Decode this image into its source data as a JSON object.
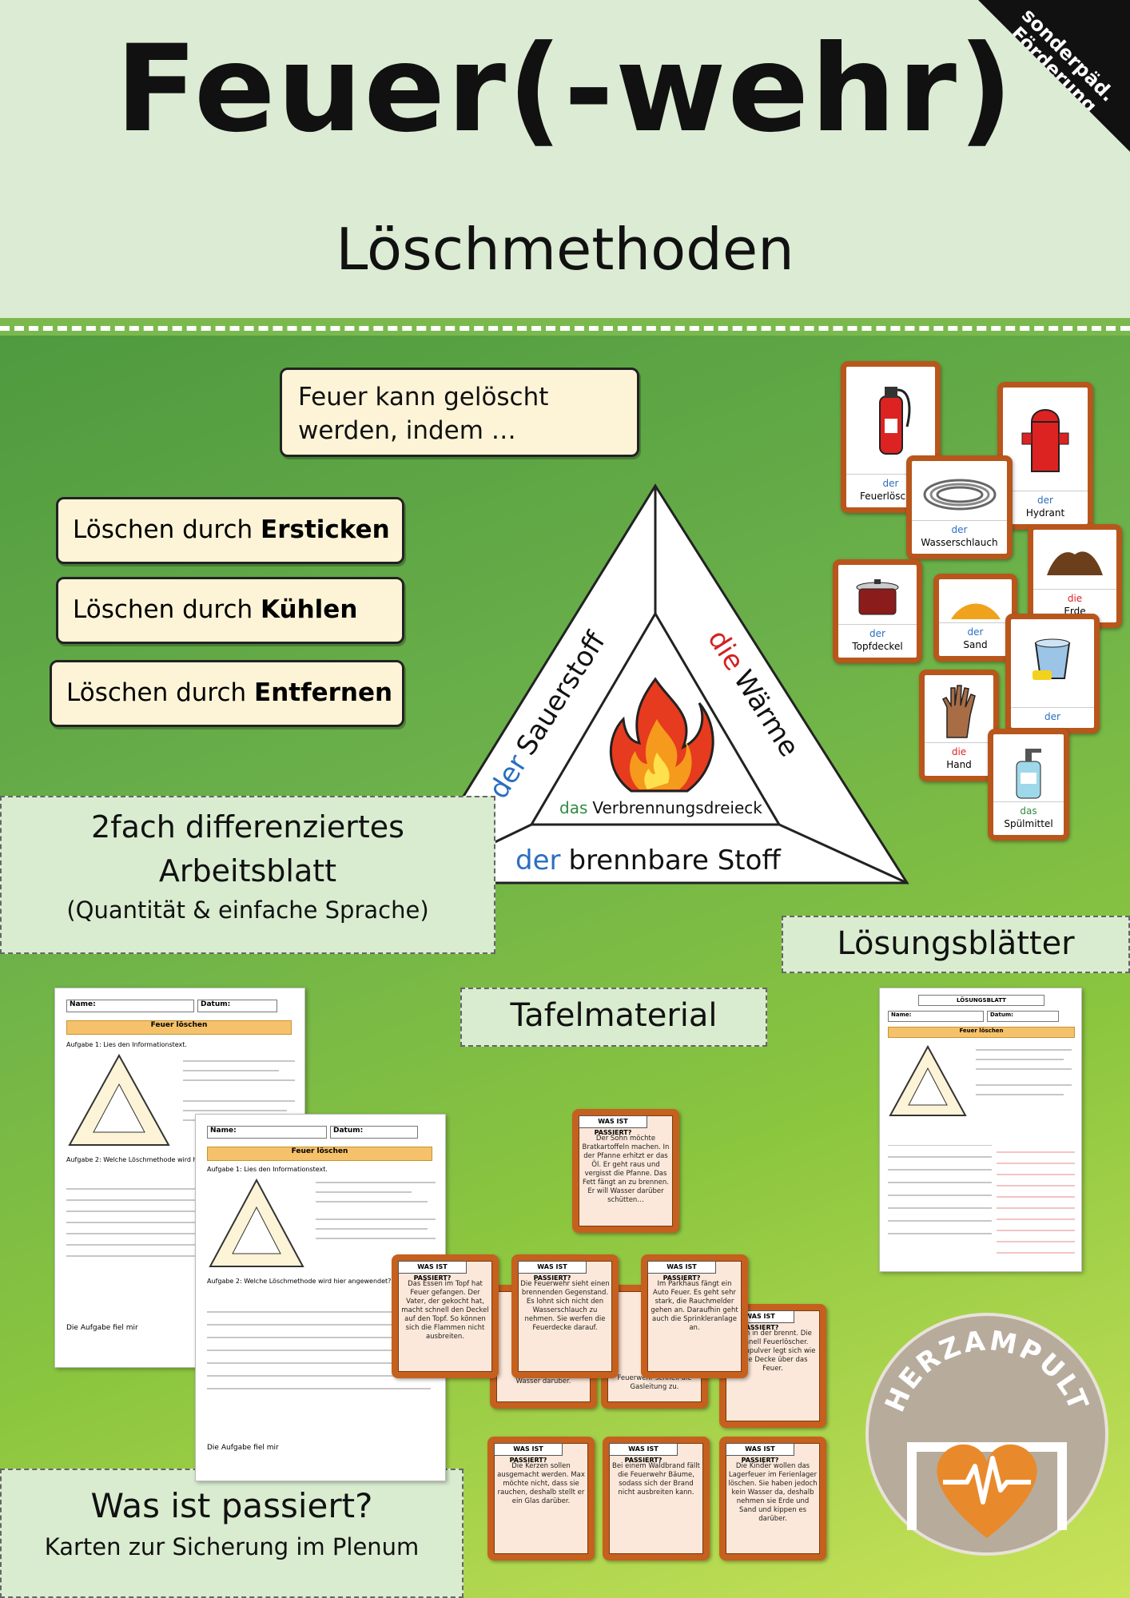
{
  "header": {
    "title": "Feuer(-wehr)",
    "subtitle": "Löschmethoden",
    "corner_tag": "sonderpäd.\nFörderung"
  },
  "intro_card": "Feuer kann gelöscht werden, indem …",
  "methods": [
    {
      "prefix": "Löschen durch ",
      "strong": "Ersticken"
    },
    {
      "prefix": "Löschen durch ",
      "strong": "Kühlen"
    },
    {
      "prefix": "Löschen durch ",
      "strong": "Entfernen"
    }
  ],
  "triangle": {
    "left_article": "der",
    "left_word": "Sauerstoff",
    "right_article": "die",
    "right_word": "Wärme",
    "bottom_article": "der",
    "bottom_word": "brennbare Stoff",
    "center_article": "das",
    "center_word": "Verbrennungsdreieck",
    "colors": {
      "der": "#2a6fbf",
      "die": "#d22222",
      "das": "#2e8b3e"
    }
  },
  "labels": {
    "worksheet_line1": "2fach differenziertes",
    "worksheet_line2": "Arbeitsblatt",
    "worksheet_line3": "(Quantität & einfache Sprache)",
    "solutions": "Lösungsblätter",
    "board_material": "Tafelmaterial",
    "what_happened_title": "Was ist passiert?",
    "what_happened_sub": "Karten zur Sicherung im Plenum"
  },
  "picture_cards": [
    {
      "article": "der",
      "word": "Feuerlöscher",
      "icon": "fire-extinguisher-icon"
    },
    {
      "article": "der",
      "word": "Hydrant",
      "icon": "hydrant-icon"
    },
    {
      "article": "der",
      "word": "Wasserschlauch",
      "icon": "hose-icon"
    },
    {
      "article": "die",
      "word": "Erde",
      "icon": "soil-icon"
    },
    {
      "article": "der",
      "word": "Topfdeckel",
      "icon": "pot-icon"
    },
    {
      "article": "der",
      "word": "Sand",
      "icon": "sand-icon"
    },
    {
      "article": "der",
      "word": "",
      "icon": "bucket-icon"
    },
    {
      "article": "die",
      "word": "Hand",
      "icon": "hand-icon"
    },
    {
      "article": "das",
      "word": "Spülmittel",
      "icon": "soap-icon"
    }
  ],
  "worksheet": {
    "name_label": "Name:",
    "date_label": "Datum:",
    "heading": "Feuer löschen",
    "task1": "Aufgabe 1: Lies den Informationstext.",
    "task2": "Aufgabe 2: Welche Löschmethode wird hier angewendet?",
    "footer": "Die Aufgabe fiel mir",
    "solution_heading": "LÖSUNGSBLATT"
  },
  "wip_cards": [
    {
      "head": "WAS IST PASSIERT?",
      "text": "Der Sohn möchte Bratkartoffeln machen. In der Pfanne erhitzt er das Öl. Er geht raus und vergisst die Pfanne. Das Fett fängt an zu brennen. Er will Wasser darüber schütten…"
    },
    {
      "head": "WAS IST PASSIERT?",
      "text": "Das Essen im Topf hat Feuer gefangen. Der Vater, der gekocht hat, macht schnell den Deckel auf den Topf. So können sich die Flammen nicht ausbreiten."
    },
    {
      "head": "WAS IST PASSIERT?",
      "text": "Die Feuerwehr sieht einen brennenden Gegenstand. Es lohnt sich nicht den Wasserschlauch zu nehmen. Sie werfen die Feuerdecke darauf."
    },
    {
      "head": "WAS IST PASSIERT?",
      "text": "Im Parkhaus fängt ein Auto Feuer. Es geht sehr stark, die Rauchmelder gehen an. Daraufhin geht auch die Sprinkleranlage an."
    },
    {
      "head": "WAS IST PASSIERT?",
      "text": "Ofen in der brennt. Die schnell Feuerlöscher. Löschpulver legt sich wie eine Decke über das Feuer."
    },
    {
      "head": "",
      "text": "Wasser darüber."
    },
    {
      "head": "",
      "text": "Feuerwehr schnell die Gasleitung zu."
    },
    {
      "head": "WAS IST PASSIERT?",
      "text": "Die Kerzen sollen ausgemacht werden. Max möchte nicht, dass sie rauchen, deshalb stellt er ein Glas darüber."
    },
    {
      "head": "WAS IST PASSIERT?",
      "text": "Bei einem Waldbrand fällt die Feuerwehr Bäume, sodass sich der Brand nicht ausbreiten kann."
    },
    {
      "head": "WAS IST PASSIERT?",
      "text": "Die Kinder wollen das Lagerfeuer im Ferienlager löschen. Sie haben jedoch kein Wasser da, deshalb nehmen sie Erde und Sand und kippen es darüber."
    }
  ],
  "logo": {
    "text": "HERZAMPULT"
  }
}
